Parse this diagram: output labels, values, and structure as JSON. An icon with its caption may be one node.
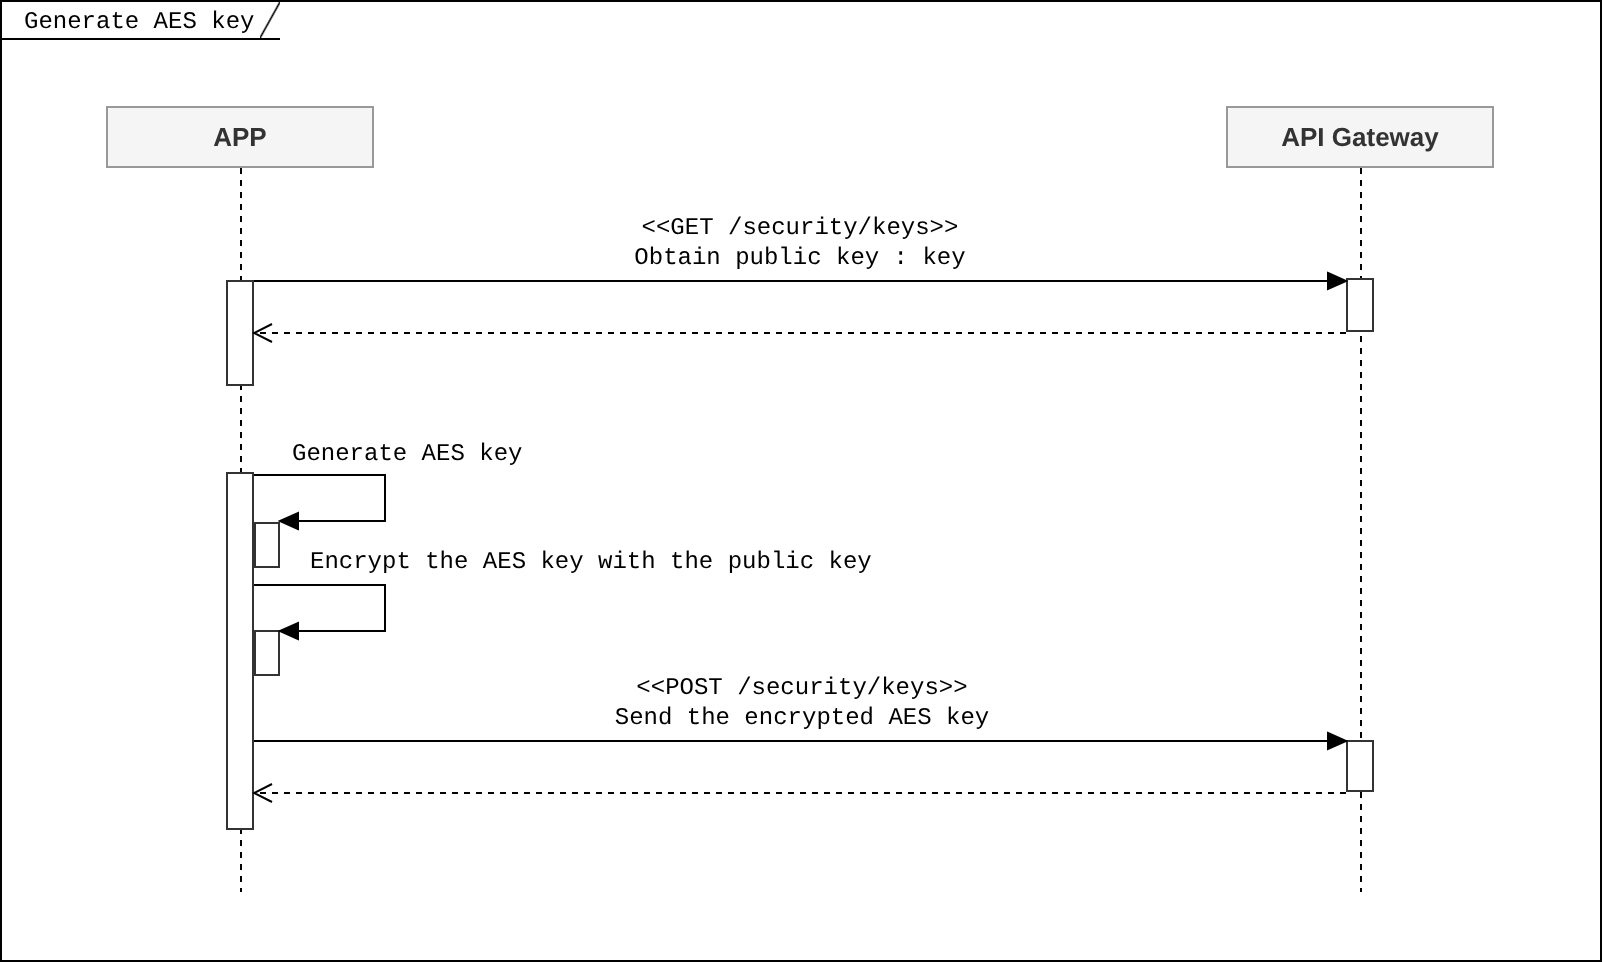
{
  "diagram": {
    "nodes": [
      {
        "text": [
          "Generate AES key"
        ]
      },
      {
        "text": [
          "APP"
        ],
        "in": 0
      },
      {
        "text": [
          "API Gateway"
        ],
        "in": 0
      },
      {
        "text": [],
        "shape": "bar",
        "in": 0
      },
      {
        "text": [],
        "shape": "bar",
        "in": 0
      },
      {
        "text": [],
        "shape": "bar",
        "in": 0
      },
      {
        "text": [],
        "shape": "bar",
        "in": 0
      },
      {
        "text": [],
        "shape": "bar",
        "in": 0
      },
      {
        "text": [],
        "shape": "bar",
        "in": 0
      }
    ],
    "edges": [
      {
        "from": 3,
        "to": 4,
        "arrow": "to",
        "label": "<<GET /security/keys>> Obtain public key : key"
      },
      {
        "from": 4,
        "to": 3,
        "arrow": "to",
        "style": "dashed"
      },
      {
        "from": 5,
        "to": 6,
        "arrow": "to",
        "label": "Generate AES key"
      },
      {
        "from": 5,
        "to": 7,
        "arrow": "to",
        "label": "Encrypt the AES key with the public key"
      },
      {
        "from": 5,
        "to": 8,
        "arrow": "to",
        "label": "<<POST /security/keys>> Send the encrypted AES key"
      },
      {
        "from": 8,
        "to": 5,
        "arrow": "to",
        "style": "dashed"
      }
    ]
  }
}
